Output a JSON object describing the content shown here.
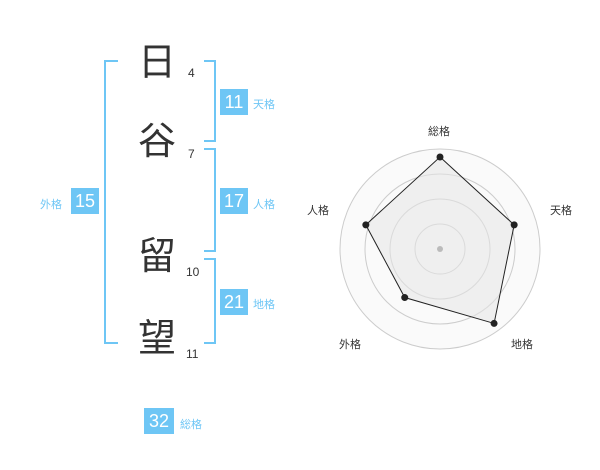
{
  "name": {
    "characters": [
      {
        "char": "日",
        "strokes": "4"
      },
      {
        "char": "谷",
        "strokes": "7"
      },
      {
        "char": "留",
        "strokes": "10"
      },
      {
        "char": "望",
        "strokes": "11"
      }
    ]
  },
  "fortune": {
    "tenkaku": {
      "value": "11",
      "label": "天格"
    },
    "jinkaku": {
      "value": "17",
      "label": "人格"
    },
    "chikaku": {
      "value": "21",
      "label": "地格"
    },
    "gaikaku": {
      "value": "15",
      "label": "外格"
    },
    "soukaku": {
      "value": "32",
      "label": "総格"
    }
  },
  "colors": {
    "accent": "#6ec6f5",
    "text": "#333333",
    "radar_fill": "#f2f2f2",
    "radar_ring": "#cccccc"
  },
  "chart_data": {
    "type": "radar",
    "axes": [
      "総格",
      "天格",
      "地格",
      "外格",
      "人格"
    ],
    "values": [
      0.92,
      0.78,
      0.92,
      0.6,
      0.78
    ],
    "rings": 4,
    "max": 1
  }
}
